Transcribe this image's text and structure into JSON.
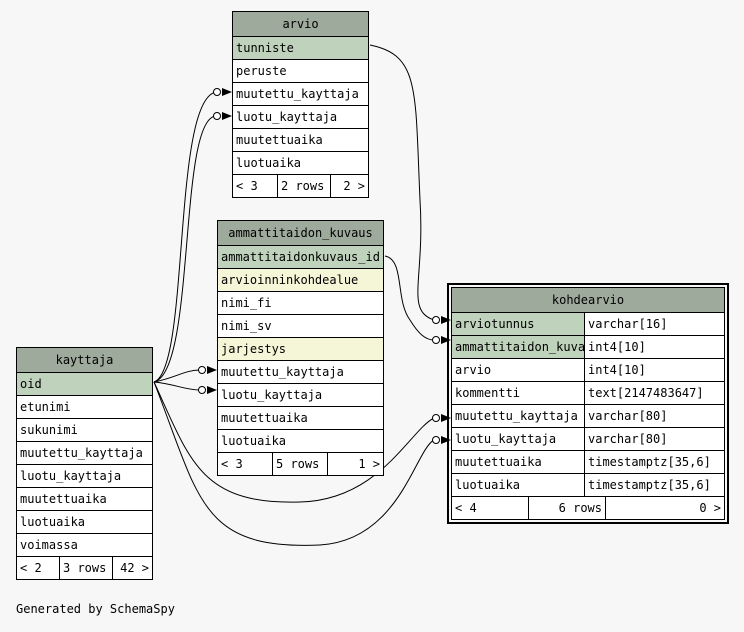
{
  "tables": {
    "arvio": {
      "name": "arvio",
      "columns": [
        {
          "name": "tunniste",
          "key": "pk"
        },
        {
          "name": "peruste"
        },
        {
          "name": "muutettu_kayttaja"
        },
        {
          "name": "luotu_kayttaja"
        },
        {
          "name": "muutettuaika"
        },
        {
          "name": "luotuaika"
        }
      ],
      "footer": {
        "parents": "< 3",
        "rows": "2 rows",
        "children": "2 >"
      }
    },
    "ammattitaidon_kuvaus": {
      "name": "ammattitaidon_kuvaus",
      "columns": [
        {
          "name": "ammattitaidonkuvaus_id",
          "key": "pk"
        },
        {
          "name": "arvioinninkohdealue",
          "key": "idx"
        },
        {
          "name": "nimi_fi"
        },
        {
          "name": "nimi_sv"
        },
        {
          "name": "jarjestys",
          "key": "idx"
        },
        {
          "name": "muutettu_kayttaja"
        },
        {
          "name": "luotu_kayttaja"
        },
        {
          "name": "muutettuaika"
        },
        {
          "name": "luotuaika"
        }
      ],
      "footer": {
        "parents": "< 3",
        "rows": "5 rows",
        "children": "1 >"
      }
    },
    "kayttaja": {
      "name": "kayttaja",
      "columns": [
        {
          "name": "oid",
          "key": "pk"
        },
        {
          "name": "etunimi"
        },
        {
          "name": "sukunimi"
        },
        {
          "name": "muutettu_kayttaja"
        },
        {
          "name": "luotu_kayttaja"
        },
        {
          "name": "muutettuaika"
        },
        {
          "name": "luotuaika"
        },
        {
          "name": "voimassa"
        }
      ],
      "footer": {
        "parents": "< 2",
        "rows": "3 rows",
        "children": "42 >"
      }
    },
    "kohdearvio": {
      "name": "kohdearvio",
      "columns": [
        {
          "name": "arviotunnus",
          "type": "varchar[16]",
          "key": "pk"
        },
        {
          "name": "ammattitaidon_kuvaus",
          "type": "int4[10]",
          "key": "pk"
        },
        {
          "name": "arvio",
          "type": "int4[10]"
        },
        {
          "name": "kommentti",
          "type": "text[2147483647]"
        },
        {
          "name": "muutettu_kayttaja",
          "type": "varchar[80]"
        },
        {
          "name": "luotu_kayttaja",
          "type": "varchar[80]"
        },
        {
          "name": "muutettuaika",
          "type": "timestamptz[35,6]"
        },
        {
          "name": "luotuaika",
          "type": "timestamptz[35,6]"
        }
      ],
      "footer": {
        "parents": "< 4",
        "rows": "6 rows",
        "children": "0 >"
      }
    }
  },
  "colors": {
    "header": "#9eaa9b",
    "primary_key": "#bfd3bc",
    "indexed": "#f5f6d8",
    "background": "#f7f7f7"
  },
  "credit": "Generated by SchemaSpy"
}
